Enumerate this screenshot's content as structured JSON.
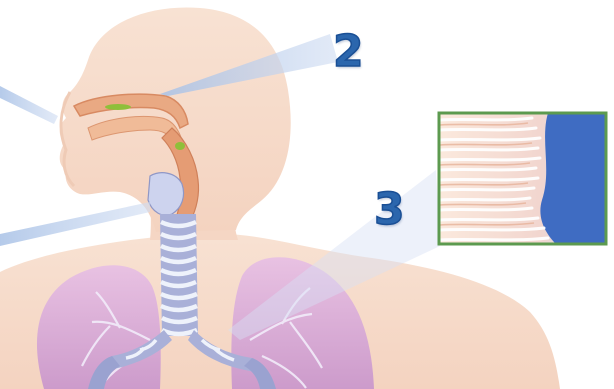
{
  "callouts": {
    "label_2": "2",
    "label_3": "3"
  },
  "colors": {
    "skin": "#f7dccb",
    "skin_shadow": "#f0c8b2",
    "nasal_passage": "#e8a47a",
    "mucosa_spot": "#8fbf3a",
    "lung": "#d9a8d6",
    "airway_ring": "#eef2fb",
    "airway_shadow": "#8e96c4",
    "callout_blue": "#2b66ad",
    "pointer_blue": "#b9cbe8",
    "inset_border": "#5c9a4f",
    "inset_blue": "#3f6cc2"
  },
  "icons": {
    "callout_style": "bold-blue-numeral",
    "inset_content": "cilia-magnified"
  }
}
